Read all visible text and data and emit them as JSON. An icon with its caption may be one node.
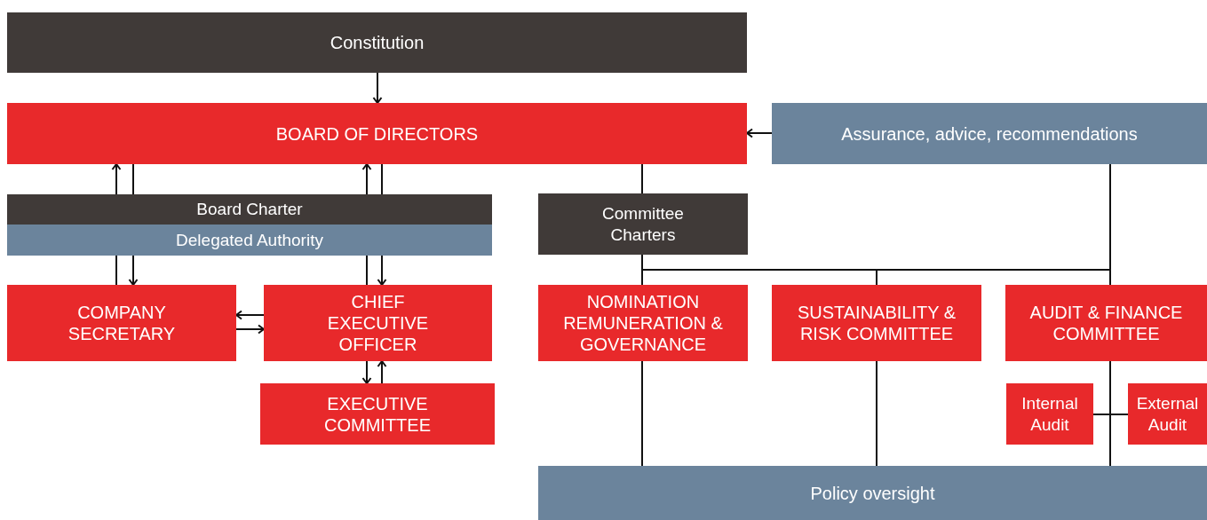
{
  "diagram": {
    "nodes": [
      {
        "text": [
          "Constitution"
        ]
      },
      {
        "text": [
          "BOARD OF DIRECTORS"
        ]
      },
      {
        "text": [
          "Assurance, advice, recommendations"
        ]
      },
      {
        "text": [
          "Board Charter"
        ]
      },
      {
        "text": [
          "Delegated Authority"
        ]
      },
      {
        "text": [
          "Committee Charters"
        ]
      },
      {
        "text": [
          "COMPANY SECRETARY"
        ]
      },
      {
        "text": [
          "CHIEF EXECUTIVE OFFICER"
        ]
      },
      {
        "text": [
          "EXECUTIVE COMMITTEE"
        ]
      },
      {
        "text": [
          "NOMINATION REMUNERATION & GOVERNANCE"
        ]
      },
      {
        "text": [
          "SUSTAINABILITY & RISK COMMITTEE"
        ]
      },
      {
        "text": [
          "AUDIT & FINANCE COMMITTEE"
        ]
      },
      {
        "text": [
          "Internal Audit"
        ]
      },
      {
        "text": [
          "External Audit"
        ]
      },
      {
        "text": [
          "Policy oversight"
        ]
      }
    ],
    "edges": [
      {
        "from": 0,
        "to": 1,
        "arrow": "to"
      },
      {
        "from": 2,
        "to": 1,
        "arrow": "to"
      },
      {
        "from": 3,
        "to": 1,
        "arrow": "to"
      },
      {
        "from": 1,
        "to": 3,
        "arrow": "none"
      },
      {
        "from": 3,
        "to": 1,
        "arrow": "to"
      },
      {
        "from": 1,
        "to": 3,
        "arrow": "none"
      },
      {
        "from": 6,
        "to": 4,
        "arrow": "none"
      },
      {
        "from": 4,
        "to": 6,
        "arrow": "to"
      },
      {
        "from": 7,
        "to": 4,
        "arrow": "none"
      },
      {
        "from": 4,
        "to": 7,
        "arrow": "to"
      },
      {
        "from": 7,
        "to": 6,
        "arrow": "to"
      },
      {
        "from": 6,
        "to": 7,
        "arrow": "to"
      },
      {
        "from": 7,
        "to": 8,
        "arrow": "to"
      },
      {
        "from": 8,
        "to": 7,
        "arrow": "to"
      },
      {
        "from": 1,
        "to": 5,
        "arrow": "none"
      },
      {
        "from": 5,
        "to": 9,
        "arrow": "none"
      },
      {
        "from": 5,
        "to": 10,
        "arrow": "none"
      },
      {
        "from": 5,
        "to": 11,
        "arrow": "none"
      },
      {
        "from": 2,
        "to": 9,
        "arrow": "none"
      },
      {
        "from": 2,
        "to": 10,
        "arrow": "none"
      },
      {
        "from": 2,
        "to": 11,
        "arrow": "none"
      },
      {
        "from": 11,
        "to": 12,
        "arrow": "none"
      },
      {
        "from": 11,
        "to": 13,
        "arrow": "none"
      },
      {
        "from": 9,
        "to": 14,
        "arrow": "none"
      },
      {
        "from": 10,
        "to": 14,
        "arrow": "none"
      },
      {
        "from": 11,
        "to": 14,
        "arrow": "none"
      }
    ]
  }
}
